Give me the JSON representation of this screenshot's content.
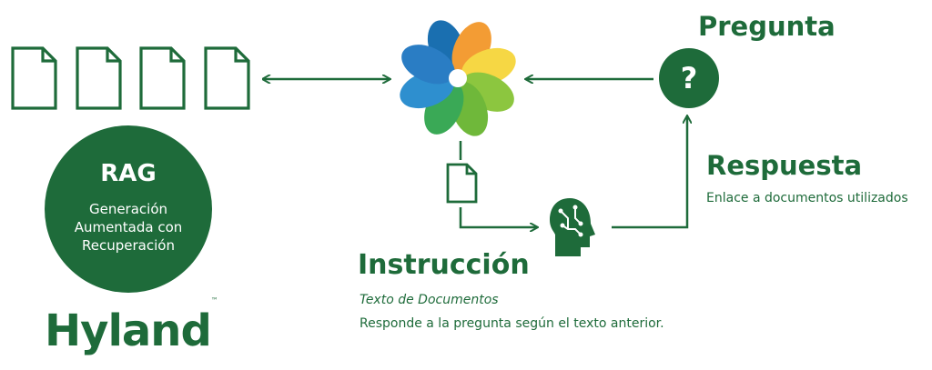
{
  "question": {
    "title": "Pregunta",
    "glyph": "?"
  },
  "answer": {
    "title": "Respuesta",
    "subtitle": "Enlace a documentos utilizados"
  },
  "rag": {
    "title": "RAG",
    "line1": "Generación",
    "line2": "Aumentada con",
    "line3": "Recuperación"
  },
  "instruction": {
    "title": "Instrucción",
    "line1": "Texto de Documentos",
    "line2": "Responde a la pregunta según el texto anterior."
  },
  "brand": {
    "name": "Hyland",
    "tm": "™"
  },
  "colors": {
    "primary": "#1e6b3a"
  },
  "icons": [
    "document-icon",
    "alfresco-flower-logo",
    "question-icon",
    "ai-head-icon"
  ]
}
